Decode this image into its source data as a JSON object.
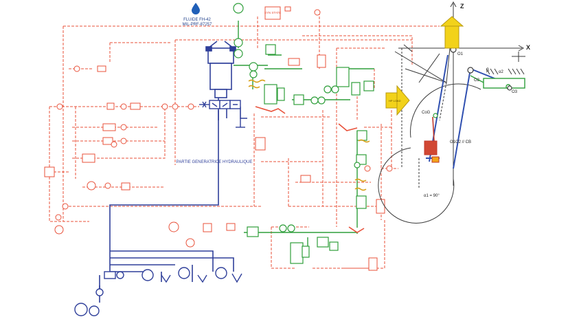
{
  "colors": {
    "control": "#e8513a",
    "hydraulic": "#2f3f9a",
    "mechanical": "#2e9e3a",
    "spring": "#d9a21e",
    "frame": "#3a3a3a",
    "arrow_fill": "#f2d21a",
    "gear": "#2f4fb0"
  },
  "header": {
    "fluid_line1": "FLUIDE FH-42",
    "fluid_line2": "MIL-PRF-87257",
    "sync_label": "SYN\nSTATE"
  },
  "hydraulic": {
    "label": "PARTIE GENERATRICE HYDRAULIQUE"
  },
  "kinematics": {
    "axis_z": "Z",
    "axis_x": "X",
    "point_o1": "O1",
    "point_o2": "O2",
    "point_o3": "O3",
    "point_cog": "CoG",
    "label_beta": "β",
    "label_alpha2": "α2",
    "label_alpha1": "α1 = 90°",
    "label_o1o2": "O1O2 // CB",
    "load_label": "HP LOAD"
  },
  "icons": [
    "fluid-drop-icon",
    "gauge-icon",
    "pump-icon",
    "valve-icon",
    "cylinder-icon",
    "spring-icon",
    "arrow-up-icon",
    "arrow-right-icon",
    "ground-icon"
  ]
}
